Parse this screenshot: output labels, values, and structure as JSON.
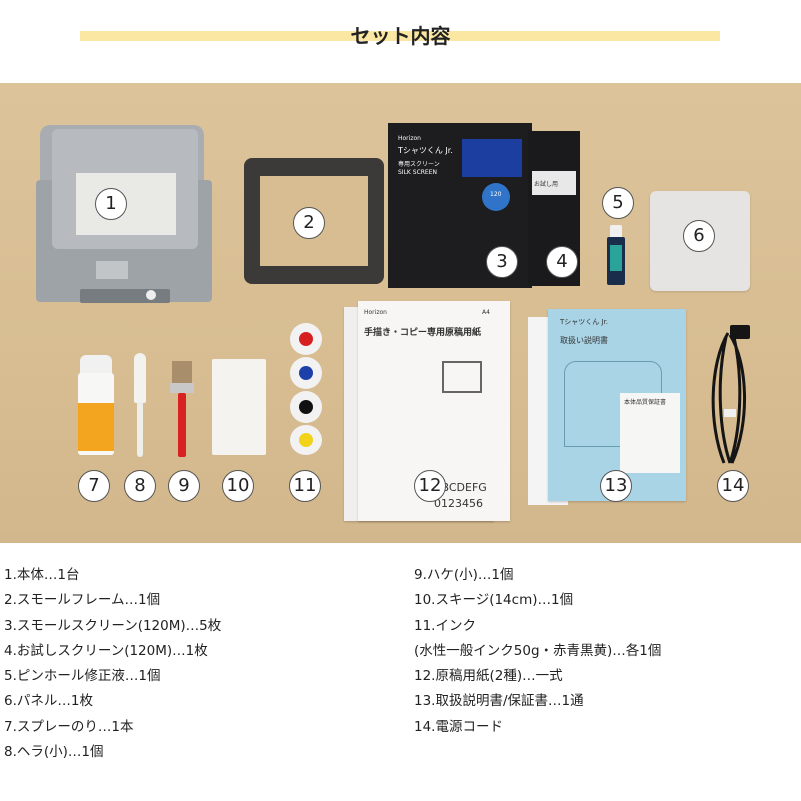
{
  "header": {
    "title": "セット内容"
  },
  "photo": {
    "markers": [
      "1",
      "2",
      "3",
      "4",
      "5",
      "6",
      "7",
      "8",
      "9",
      "10",
      "11",
      "12",
      "13",
      "14"
    ],
    "package_texts": {
      "screen_brand": "Horizon",
      "screen_product": "Tシャツくん Jr.",
      "screen_type": "専用スクリーン",
      "screen_en": "SILK SCREEN",
      "screen_mesh": "120",
      "trial_label": "お試し用",
      "paper_brand": "Horizon",
      "paper_title": "手描き・コピー専用原稿用紙",
      "paper_size": "A4",
      "paper_letters": "ABCDEFG",
      "paper_digits": "0123456",
      "manual_title": "取扱い説明書",
      "manual_product": "Tシャツくん Jr.",
      "warranty_title": "本体品質保証書"
    }
  },
  "items_left": [
    "1.本体…1台",
    "2.スモールフレーム…1個",
    "3.スモールスクリーン(120M)…5枚",
    "4.お試しスクリーン(120M)…1枚",
    "5.ピンホール修正液…1個",
    "6.パネル…1枚",
    "7.スプレーのり…1本",
    "8.ヘラ(小)…1個"
  ],
  "items_right": [
    "9.ハケ(小)…1個",
    "10.スキージ(14cm)…1個",
    "11.インク",
    "(水性一般インク50g・赤青黒黄)…各1個",
    "12.原稿用紙(2種)…一式",
    "13.取扱説明書/保証書…1通",
    "14.電源コード"
  ],
  "colors": {
    "title_underline": "#fbe7a1",
    "background_photo": "#d8bd92",
    "ink_red": "#d62020",
    "ink_blue": "#1c3fa8",
    "ink_black": "#111111",
    "ink_yellow": "#f2d21a",
    "manual_blue": "#a9d4e6",
    "machine_gray": "#9ea3a8"
  }
}
